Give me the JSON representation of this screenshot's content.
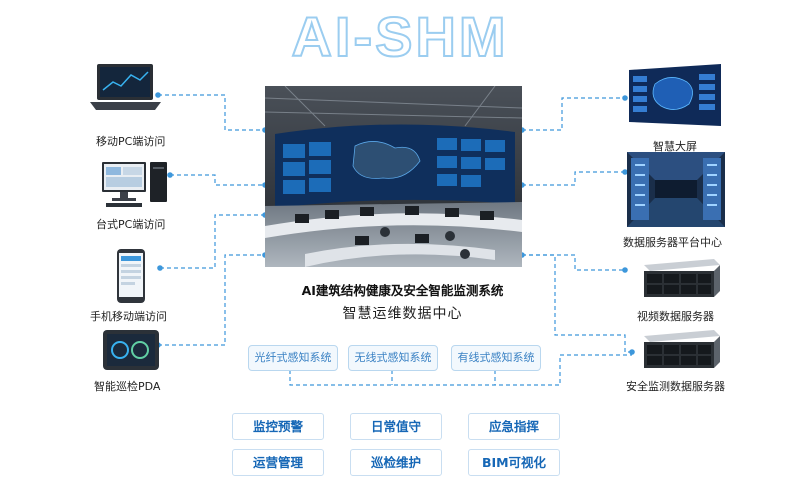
{
  "title": "AI-SHM",
  "center": {
    "system_name": "AI建筑结构健康及安全智能监测系统",
    "subtitle": "智慧运维数据中心"
  },
  "left_access": [
    {
      "label": "移动PC端访问",
      "icon": "laptop-icon"
    },
    {
      "label": "台式PC端访问",
      "icon": "desktop-computer-icon"
    },
    {
      "label": "手机移动端访问",
      "icon": "smartphone-icon"
    },
    {
      "label": "智能巡检PDA",
      "icon": "tablet-pda-icon"
    }
  ],
  "right_outputs": [
    {
      "label": "智慧大屏",
      "icon": "display-wall-icon"
    },
    {
      "label": "数据服务器平台中心",
      "icon": "server-room-icon"
    },
    {
      "label": "视频数据服务器",
      "icon": "rack-server-icon"
    },
    {
      "label": "安全监测数据服务器",
      "icon": "rack-server-icon"
    }
  ],
  "sensing_systems": [
    "光纤式感知系统",
    "无线式感知系统",
    "有线式感知系统"
  ],
  "functions": [
    [
      "监控预警",
      "日常值守",
      "应急指挥"
    ],
    [
      "运营管理",
      "巡检维护",
      "BIM可视化"
    ]
  ],
  "colors": {
    "title_outline": "#9bcdf0",
    "connector": "#3d97db",
    "function_text": "#1667b6",
    "sensor_text": "#3b82c4"
  }
}
